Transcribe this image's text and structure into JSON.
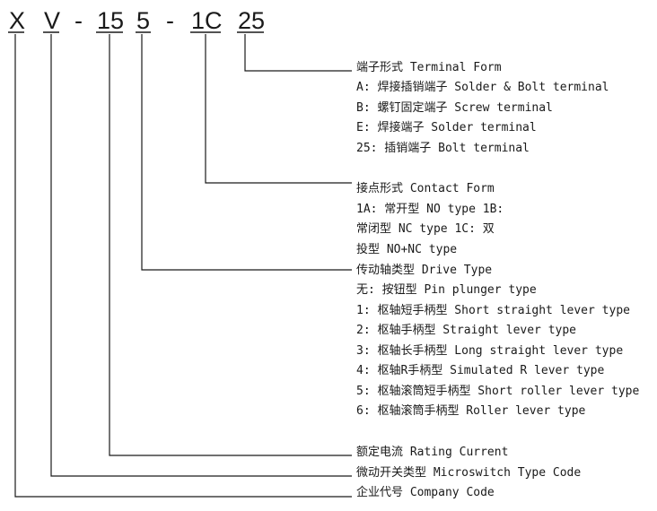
{
  "code": {
    "segments": [
      {
        "id": "company",
        "text": "X"
      },
      {
        "id": "sep1",
        "text": "V"
      },
      {
        "id": "dash1",
        "text": "-"
      },
      {
        "id": "rating",
        "text": "15"
      },
      {
        "id": "drive",
        "text": "5"
      },
      {
        "id": "dash2",
        "text": "-"
      },
      {
        "id": "contact",
        "text": "1C"
      },
      {
        "id": "terminal",
        "text": "25"
      }
    ]
  },
  "groups": {
    "terminal": {
      "header": "端子形式 Terminal Form",
      "lines": [
        "A:  焊接插销端子 Solder & Bolt terminal",
        "B:  螺钉固定端子 Screw terminal",
        "E:  焊接端子 Solder terminal",
        "25: 插销端子 Bolt terminal"
      ]
    },
    "contact": {
      "header": "接点形式 Contact Form",
      "lines": [
        "1A: 常开型 NO type 1B:",
        "常闭型 NC type 1C: 双",
        "投型 NO+NC type"
      ]
    },
    "drive": {
      "header": "传动轴类型 Drive Type",
      "lines": [
        "无: 按钮型 Pin plunger type",
        "1: 枢轴短手柄型 Short straight lever type",
        "2: 枢轴手柄型 Straight lever type",
        "3: 枢轴长手柄型 Long straight lever type",
        "4: 枢轴R手柄型 Simulated R lever type",
        "5: 枢轴滚筒短手柄型 Short roller lever type",
        "6: 枢轴滚筒手柄型 Roller lever type"
      ]
    },
    "rating": {
      "header": "额定电流 Rating Current",
      "lines": []
    },
    "type": {
      "header": "微动开关类型 Microswitch Type Code",
      "lines": []
    },
    "company": {
      "header": "企业代号 Company Code",
      "lines": []
    }
  }
}
